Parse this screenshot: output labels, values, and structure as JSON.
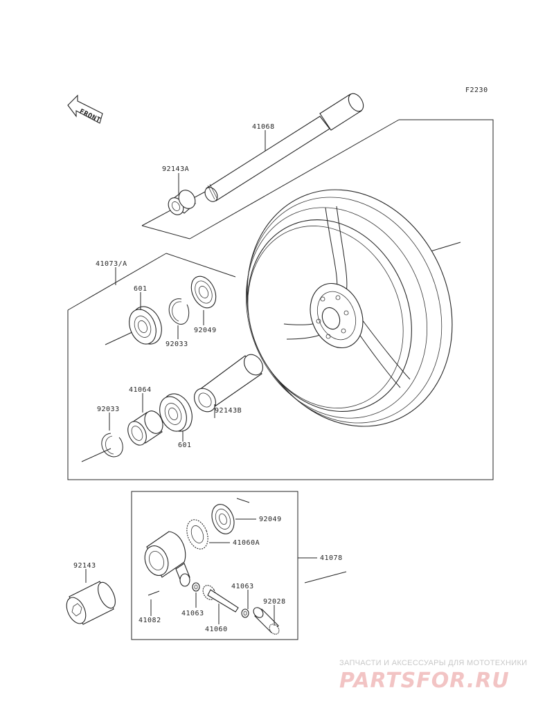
{
  "figure_code": "F2230",
  "front_label": "FRONT",
  "parts": {
    "p41068": "41068",
    "p92143A": "92143A",
    "p41073A": "41073/A",
    "p601_top": "601",
    "p92049_top": "92049",
    "p92033_top": "92033",
    "p41064": "41064",
    "p92033_bot": "92033",
    "p92143B": "92143B",
    "p601_bot": "601",
    "p92049_box": "92049",
    "p41060A": "41060A",
    "p41078": "41078",
    "p92143": "92143",
    "p41063_right": "41063",
    "p92028": "92028",
    "p41082": "41082",
    "p41063_left": "41063",
    "p41060": "41060"
  },
  "watermark": {
    "tagline": "ЗАПЧАСТИ И АКСЕССУАРЫ ДЛЯ МОТОТЕХНИКИ",
    "logo": "PARTSFOR.RU"
  }
}
